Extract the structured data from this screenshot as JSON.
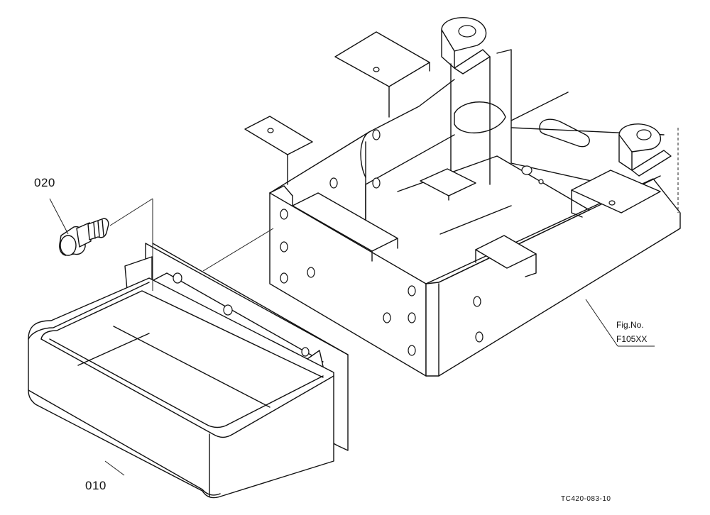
{
  "parts": [
    {
      "number": "010"
    },
    {
      "number": "020"
    }
  ],
  "reference": {
    "line1": "Fig.No.",
    "line2": "F105XX"
  },
  "drawing_code": "TC420-083-10"
}
